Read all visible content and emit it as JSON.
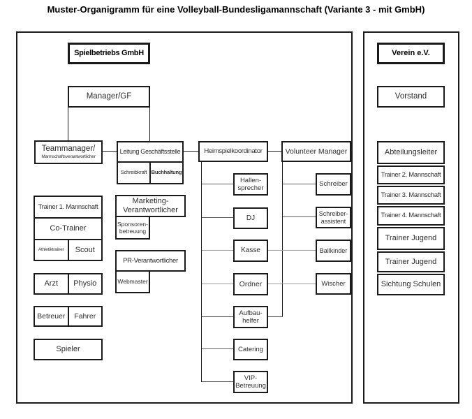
{
  "title": "Muster-Organigramm für eine Volleyball-Bundesligamannschaft (Variante 3 - mit GmbH)",
  "colors": {
    "border": "#1a1a1a",
    "connector_dark": "#5f5f5f",
    "connector_light": "#9e9e9e",
    "background": "#ffffff"
  },
  "gmbh": {
    "company": "Spielbetriebs GmbH",
    "manager": "Manager/GF",
    "teammanager": {
      "line1": "Teammanager/",
      "line2": "Mannschaftsverantwortlicher"
    },
    "office": {
      "head": "Leitung Geschäftsstelle",
      "clerk": "Schreibkraft",
      "accounting": "Buchhaltung"
    },
    "team": {
      "trainer1": "Trainer 1. Mannschaft",
      "co_trainer": "Co-Trainer",
      "athletic_trainer": "Athletiktrainer",
      "scout": "Scout",
      "doctor": "Arzt",
      "physio": "Physio",
      "caretaker": "Betreuer",
      "driver": "Fahrer",
      "players": "Spieler"
    },
    "marketing": {
      "head": "Marketing-\nVerantwortlicher",
      "sub": "Sponsoren-\nbetreuung"
    },
    "pr": {
      "head": "PR-Verantwortlicher",
      "sub": "Webmaster"
    },
    "homegame": {
      "head": "Heimspielkoordinator",
      "roles": [
        "Hallen-\nsprecher",
        "DJ",
        "Kasse",
        "Ordner",
        "Aufbau-\nhelfer",
        "Catering",
        "VIP-\nBetreuung"
      ]
    },
    "volunteer": {
      "head": "Volunteer Manager",
      "roles": [
        "Schreiber",
        "Schreiber-\nassistent",
        "Ballkinder",
        "Wischer"
      ]
    }
  },
  "verein": {
    "club": "Verein e.V.",
    "board": "Vorstand",
    "items": [
      "Abteilungsleiter",
      "Trainer 2. Mannschaft",
      "Trainer 3. Mannschaft",
      "Trainer 4. Mannschaft",
      "Trainer Jugend",
      "Trainer Jugend",
      "Sichtung Schulen"
    ]
  }
}
